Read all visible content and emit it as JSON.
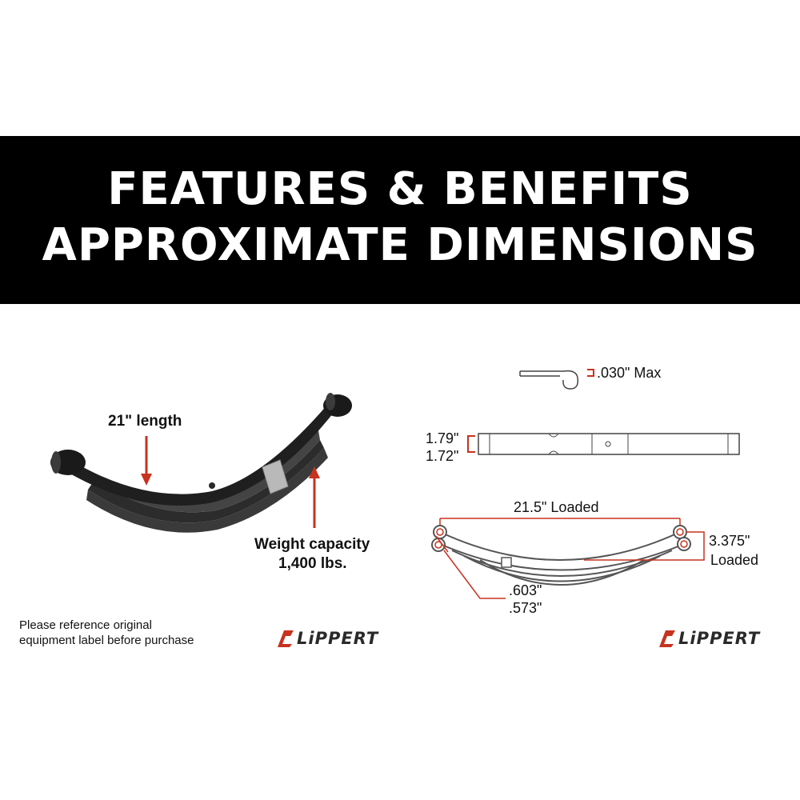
{
  "banner": {
    "line1": "FEATURES & BENEFITS",
    "line2": "APPROXIMATE DIMENSIONS"
  },
  "left": {
    "length_label": "21\" length",
    "weight_line1": "Weight capacity",
    "weight_line2": "1,400 lbs.",
    "note_line1": "Please reference original",
    "note_line2": "equipment label before purchase"
  },
  "right": {
    "thickness_label": ".030\" Max",
    "width_top": "1.79\"",
    "width_bottom": "1.72\"",
    "loaded_length": "21.5\" Loaded",
    "arch_value": "3.375\"",
    "arch_label": "Loaded",
    "eye_top": ".603\"",
    "eye_bottom": ".573\""
  },
  "brand": {
    "name": "LiPPERT"
  },
  "colors": {
    "banner": "#000000",
    "accent": "#c8321e",
    "text": "#111111"
  },
  "icons": [
    "leaf-spring-photo",
    "leaf-spring-diagram",
    "lippert-logo-icon"
  ]
}
